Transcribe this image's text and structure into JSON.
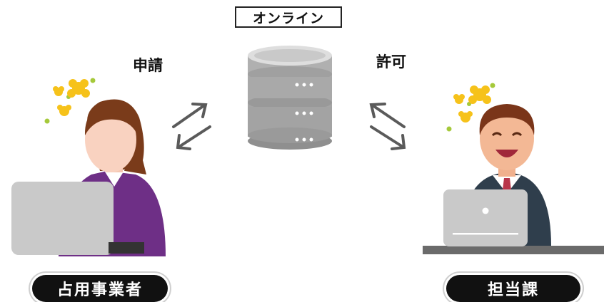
{
  "online_label": "オンライン",
  "flow": {
    "apply_label": "申請",
    "permit_label": "許可"
  },
  "actors": {
    "applicant_label": "占用事業者",
    "department_label": "担当課"
  },
  "colors": {
    "server": "#9a9a9a",
    "arrow": "#5a5a5a",
    "applicant_jacket": "#6e2f86",
    "staff_suit": "#2f3e4c",
    "laptop": "#c7c7c7",
    "sparkle": "#f6c21a"
  }
}
